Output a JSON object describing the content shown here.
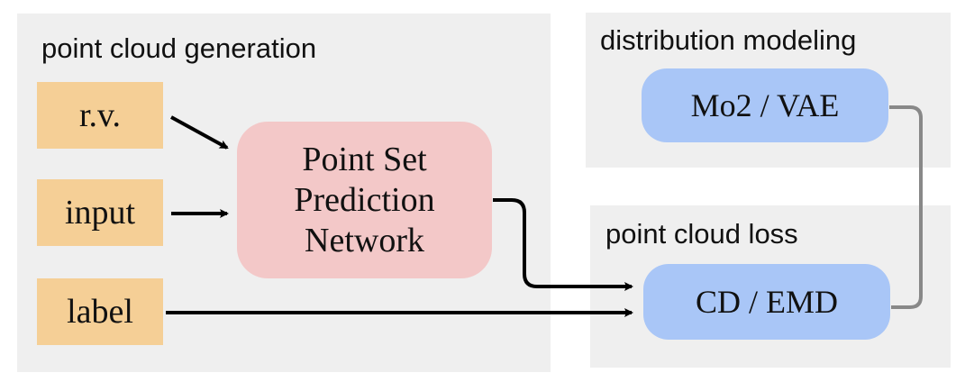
{
  "panels": {
    "generation": {
      "title": "point cloud generation"
    },
    "distribution": {
      "title": "distribution modeling"
    },
    "loss": {
      "title": "point cloud loss"
    }
  },
  "inputs": [
    {
      "label": "r.v."
    },
    {
      "label": "input"
    },
    {
      "label": "label"
    }
  ],
  "network": {
    "lines": [
      "Point Set",
      "Prediction",
      "Network"
    ]
  },
  "distribution_box": {
    "label": "Mo2 / VAE"
  },
  "loss_box": {
    "label": "CD / EMD"
  },
  "colors": {
    "panel_bg": "#efefef",
    "input_fill": "#f5cf96",
    "network_fill": "#f3c8c8",
    "loss_fill": "#a9c6f7",
    "arrow": "#000000",
    "connector": "#888888"
  }
}
